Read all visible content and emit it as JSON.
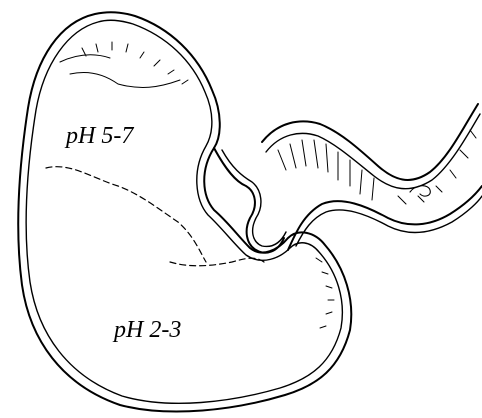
{
  "diagram": {
    "labels": {
      "upper_region": "pH 5-7",
      "lower_region": "pH 2-3"
    },
    "colors": {
      "ink": "#000000",
      "background": "#ffffff"
    },
    "illustration": "stomach-line-drawing"
  }
}
